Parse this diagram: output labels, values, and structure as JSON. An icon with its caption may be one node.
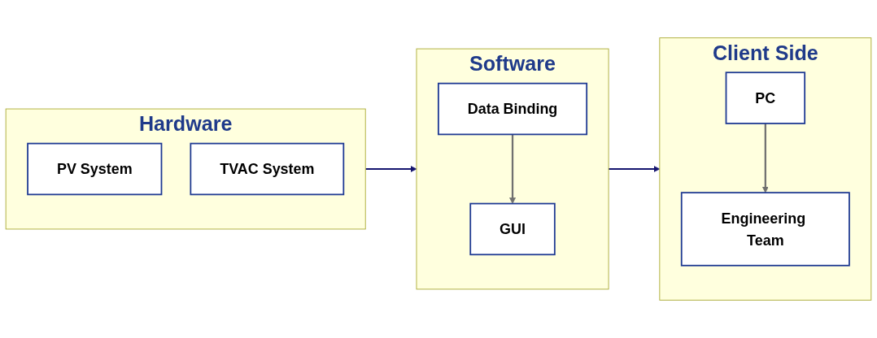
{
  "diagram": {
    "nodes": [
      {
        "text": [
          "Hardware"
        ]
      },
      {
        "text": [
          "PV System"
        ],
        "in": 0
      },
      {
        "text": [
          "TVAC System"
        ],
        "in": 0
      },
      {
        "text": [
          "Software"
        ]
      },
      {
        "text": [
          "Data Binding"
        ],
        "in": 3
      },
      {
        "text": [
          "GUI"
        ],
        "in": 3
      },
      {
        "text": [
          "Client Side"
        ]
      },
      {
        "text": [
          "PC"
        ],
        "in": 6
      },
      {
        "text": [
          "Engineering Team"
        ],
        "in": 6
      }
    ],
    "edges": [
      {
        "from": 0,
        "to": 3,
        "arrow": "to"
      },
      {
        "from": 4,
        "to": 5,
        "arrow": "to",
        "color": "#707070"
      },
      {
        "from": 3,
        "to": 6,
        "arrow": "to"
      },
      {
        "from": 7,
        "to": 8,
        "arrow": "to",
        "color": "#707070"
      }
    ]
  }
}
